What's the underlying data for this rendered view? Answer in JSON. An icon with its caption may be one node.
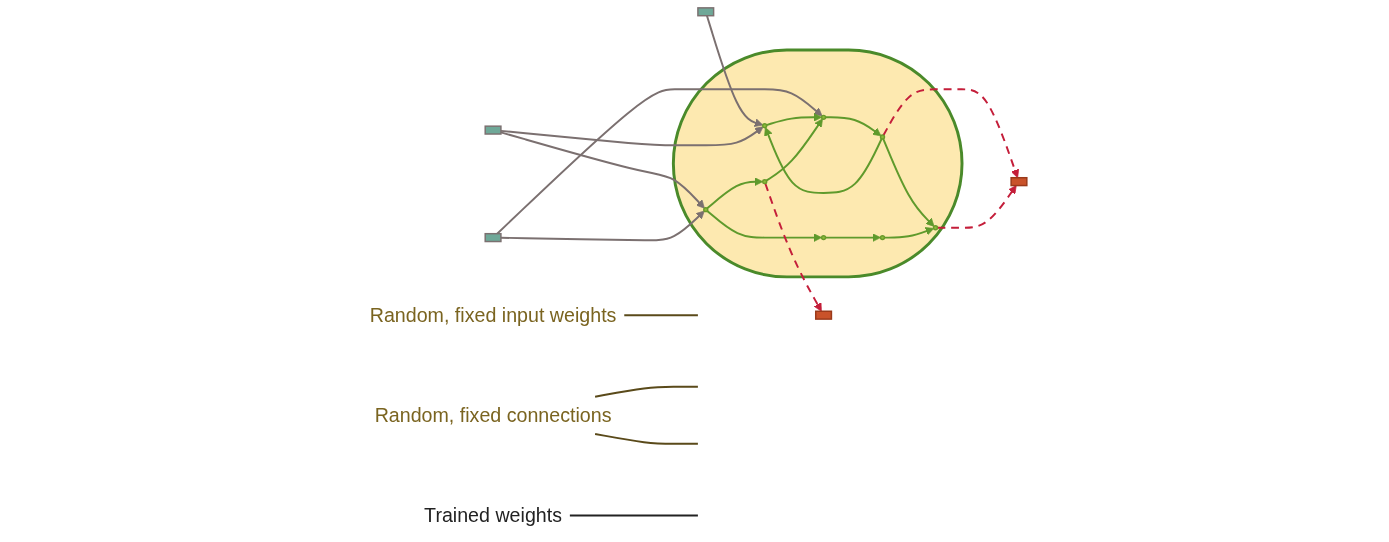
{
  "diagram": {
    "nodes": [
      {
        "text": [],
        "shape": "box"
      },
      {
        "text": [],
        "shape": "box"
      },
      {
        "text": [],
        "shape": "box"
      },
      {
        "text": [],
        "shape": "ellipse"
      },
      {
        "text": [],
        "shape": "circle",
        "in": 3
      },
      {
        "text": [],
        "shape": "circle",
        "in": 3
      },
      {
        "text": [],
        "shape": "circle",
        "in": 3
      },
      {
        "text": [],
        "shape": "circle",
        "in": 3
      },
      {
        "text": [],
        "shape": "circle",
        "in": 3
      },
      {
        "text": [],
        "shape": "circle",
        "in": 3
      },
      {
        "text": [],
        "shape": "circle",
        "in": 3
      },
      {
        "text": [],
        "shape": "circle",
        "in": 3
      },
      {
        "text": [],
        "shape": "box"
      },
      {
        "text": [],
        "shape": "box"
      },
      {
        "text": [
          "Random, fixed input weights"
        ]
      },
      {
        "text": [
          "Random, fixed connections"
        ]
      },
      {
        "text": [
          "Trained weights"
        ]
      }
    ],
    "edges": [
      {
        "from": 0,
        "to": 5,
        "arrow": "to",
        "color": "#7b7070"
      },
      {
        "from": 1,
        "to": 5,
        "arrow": "to",
        "color": "#7b7070"
      },
      {
        "from": 1,
        "to": 4,
        "arrow": "to",
        "color": "#7b7070"
      },
      {
        "from": 2,
        "to": 4,
        "arrow": "to",
        "color": "#7b7070"
      },
      {
        "from": 2,
        "to": 7,
        "arrow": "to",
        "color": "#7b7070"
      },
      {
        "from": 9,
        "to": 5,
        "arrow": "to"
      },
      {
        "from": 5,
        "to": 7,
        "arrow": "to"
      },
      {
        "from": 7,
        "to": 9,
        "arrow": "to"
      },
      {
        "from": 9,
        "to": 11,
        "arrow": "to"
      },
      {
        "from": 4,
        "to": 6,
        "arrow": "to"
      },
      {
        "from": 6,
        "to": 8,
        "arrow": "to"
      },
      {
        "from": 8,
        "to": 11,
        "arrow": "to"
      },
      {
        "from": 10,
        "to": 7,
        "arrow": "to"
      },
      {
        "from": 4,
        "to": 10,
        "arrow": "to"
      },
      {
        "from": 9,
        "to": 12,
        "arrow": "to",
        "style": "dashed",
        "color": "#c41e3a"
      },
      {
        "from": 11,
        "to": 12,
        "arrow": "to",
        "style": "dashed",
        "color": "#c41e3a"
      },
      {
        "from": 10,
        "to": 13,
        "arrow": "to",
        "style": "dashed",
        "color": "#c41e3a"
      },
      {
        "from": 14,
        "to": null,
        "arrow": "none",
        "color": "#5a4a1a"
      },
      {
        "from": 15,
        "to": null,
        "arrow": "none",
        "color": "#5a4a1a"
      },
      {
        "from": 15,
        "to": null,
        "arrow": "none",
        "color": "#5a4a1a"
      },
      {
        "from": 16,
        "to": null,
        "arrow": "none",
        "color": "#222222"
      }
    ]
  }
}
